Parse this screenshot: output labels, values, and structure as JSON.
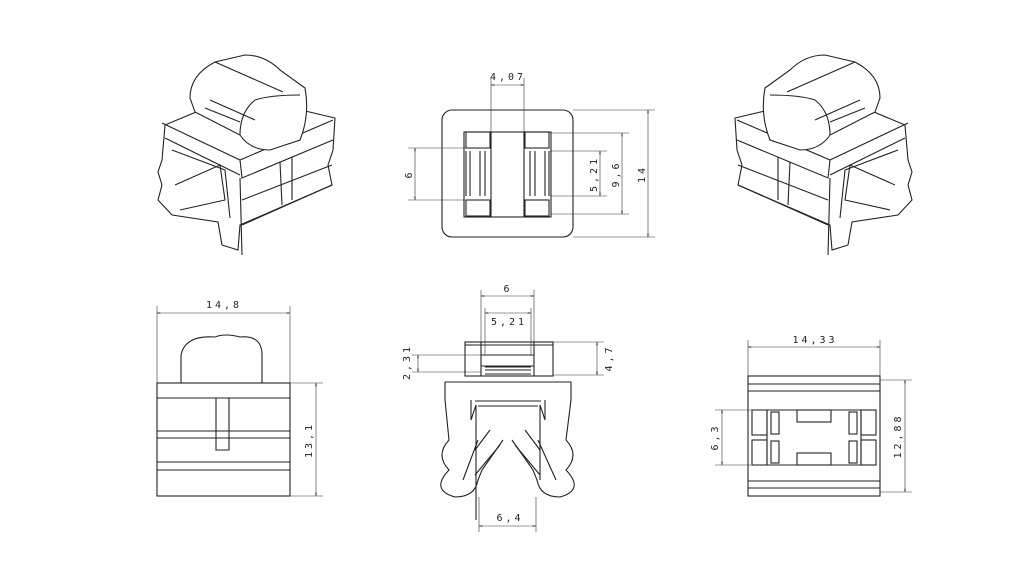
{
  "drawing": {
    "views": [
      "isometric-left",
      "top",
      "isometric-right",
      "front",
      "side",
      "back"
    ],
    "line_color": "#222222",
    "background": "#ffffff"
  },
  "dimensions": {
    "top_view": {
      "slot_width": "4,07",
      "slot_height": "6",
      "inner_height": "5,21",
      "frame_height": "9,6",
      "overall_height": "14"
    },
    "front_view": {
      "overall_width": "14,8",
      "overall_height": "13,1"
    },
    "side_view": {
      "top_width": "6",
      "inner_width": "5,21",
      "window_height": "2,31",
      "cap_height": "4,7",
      "opening_width": "6,4"
    },
    "back_view": {
      "overall_width": "14,33",
      "inner_height": "6,3",
      "overall_height": "12,88"
    }
  }
}
